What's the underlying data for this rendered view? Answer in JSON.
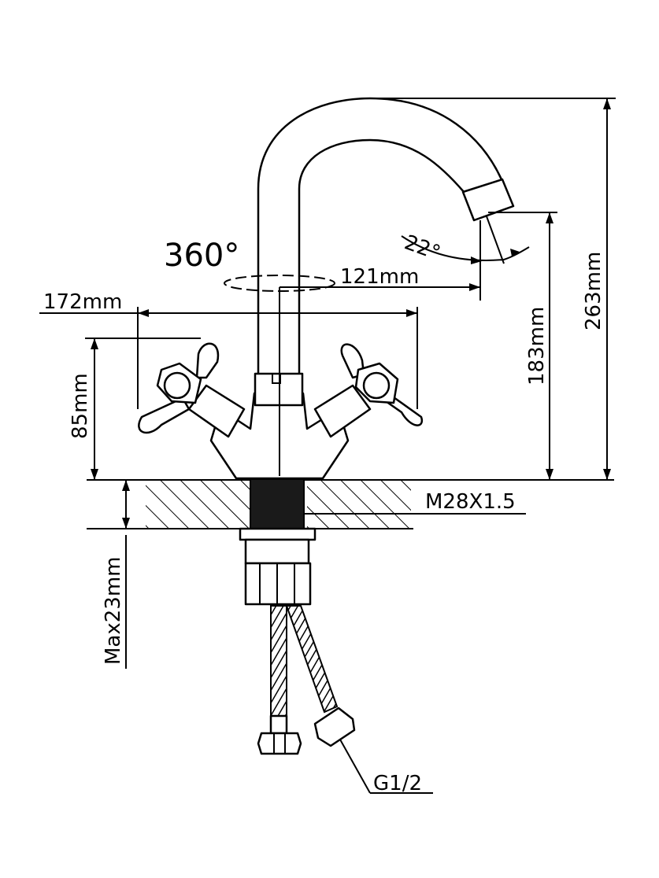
{
  "labels": {
    "rotation": "360°",
    "spout_angle": "22°",
    "spout_reach": "121mm",
    "handle_span": "172mm",
    "total_height": "263mm",
    "spout_height": "183mm",
    "handle_height": "85mm",
    "thread": "M28X1.5",
    "max_thickness": "Max23mm",
    "connector": "G1/2"
  }
}
